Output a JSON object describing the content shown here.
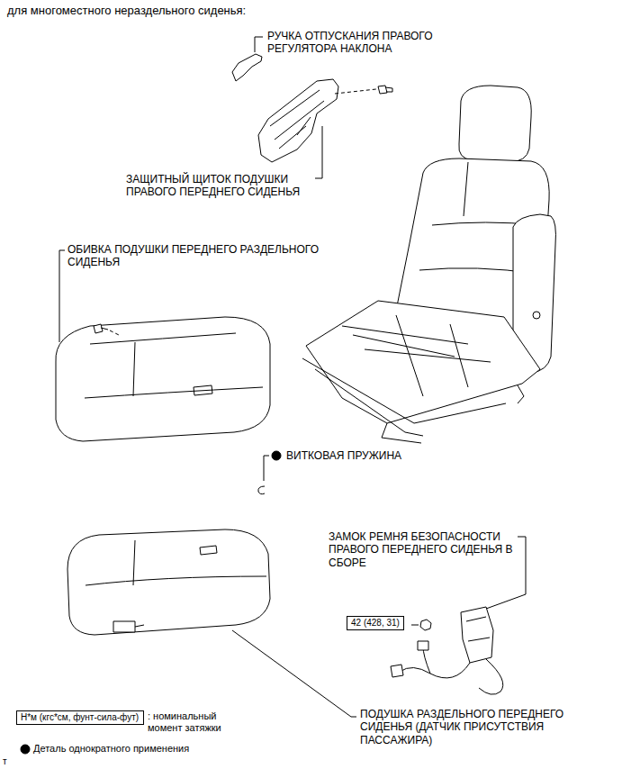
{
  "diagram": {
    "title": "для многоместного нераздельного сиденья:",
    "nodes": [
      {
        "text": [
          "42 (428, 31)"
        ]
      },
      {
        "text": [
          "Н*м (кгс*см, фунт-сила-фут)"
        ]
      }
    ],
    "labels": [
      "РУЧКА ОТПУСКАНИЯ ПРАВОГО РЕГУЛЯТОРА НАКЛОНА",
      "ЗАЩИТНЫЙ ЩИТОК ПОДУШКИ ПРАВОГО ПЕРЕДНЕГО СИДЕНЬЯ",
      "ОБИВКА ПОДУШКИ ПЕРЕДНЕГО РАЗДЕЛЬНОГО СИДЕНЬЯ",
      "ВИТКОВАЯ ПРУЖИНА",
      "ЗАМОК РЕМНЯ БЕЗОПАСНОСТИ ПРАВОГО ПЕРЕДНЕГО СИДЕНЬЯ В СБОРЕ",
      "ПОДУШКА РАЗДЕЛЬНОГО ПЕРЕДНЕГО СИДЕНЬЯ (ДАТЧИК ПРИСУТСТВИЯ ПАССАЖИРА)",
      "т"
    ],
    "legend": [
      {
        "text": ": номинальный момент затяжки"
      },
      {
        "text": "Деталь однократного применения"
      }
    ]
  }
}
